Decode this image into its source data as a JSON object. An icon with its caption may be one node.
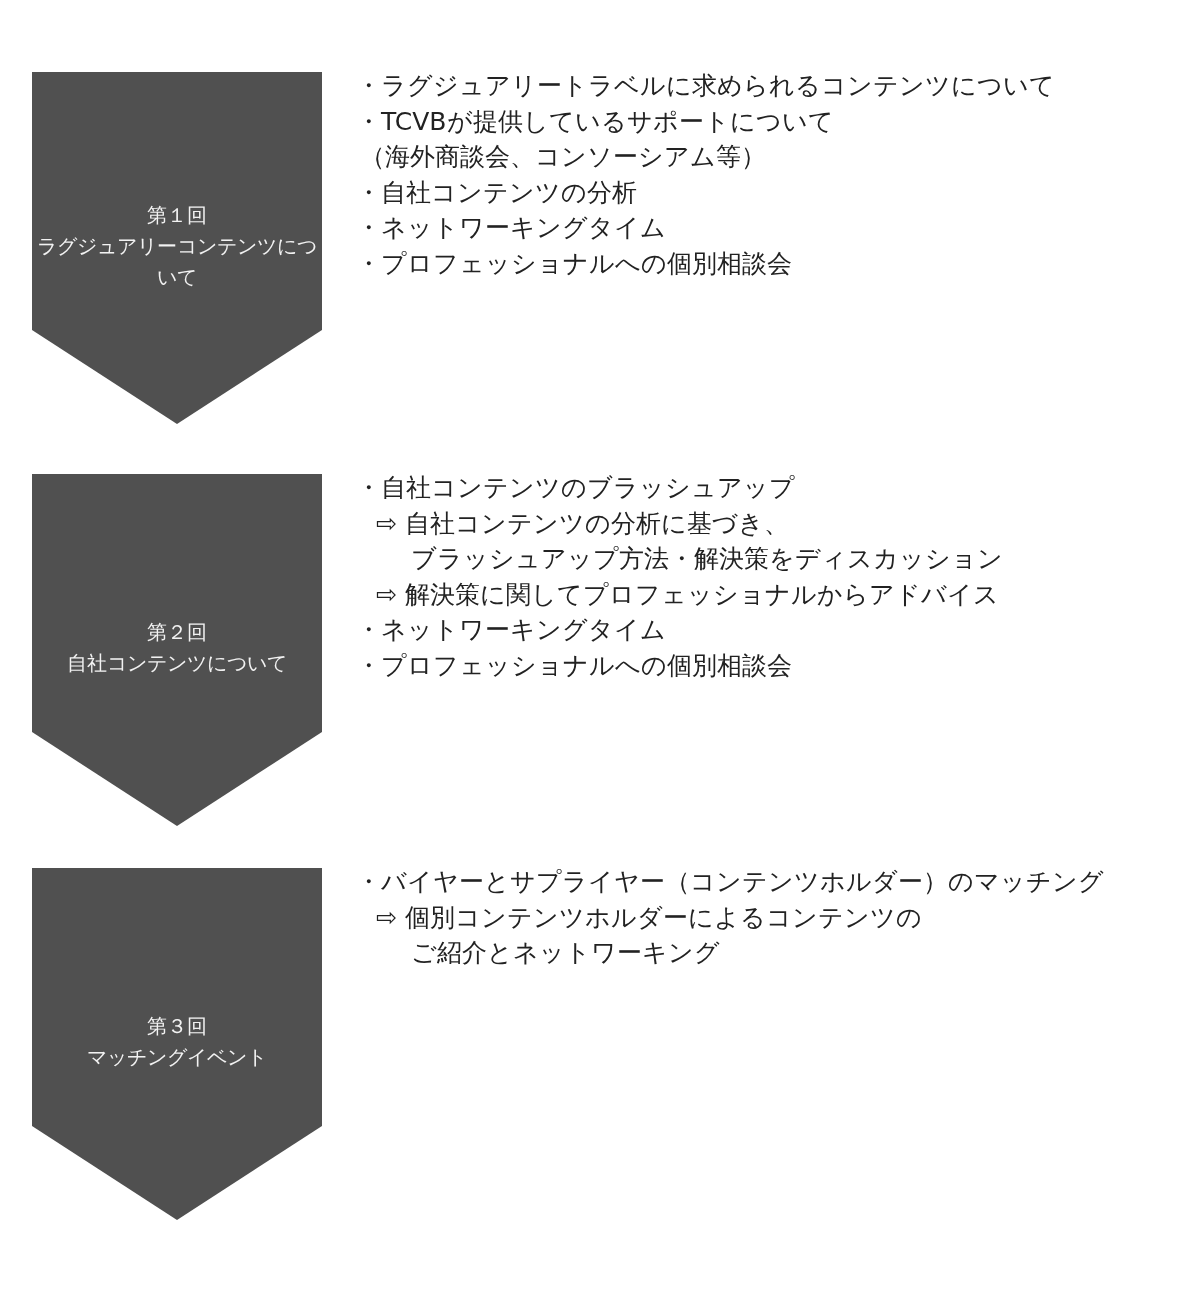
{
  "diagram": {
    "nodes": [
      {
        "text": [
          "第１回",
          "ラグジュアリーコンテンツについて"
        ],
        "beside": [
          "・ラグジュアリートラベルに求められるコンテンツについて",
          "・TCVBが提供しているサポートについて",
          "（海外商談会、コンソーシアム等）",
          "・自社コンテンツの分析",
          "・ネットワーキングタイム",
          "・プロフェッショナルへの個別相談会"
        ]
      },
      {
        "text": [
          "第２回",
          "自社コンテンツについて"
        ],
        "beside": [
          "・自社コンテンツのブラッシュアップ",
          "⇨ 自社コンテンツの分析に基づき、",
          "ブラッシュアップ方法・解決策をディスカッション",
          "⇨ 解決策に関してプロフェッショナルからアドバイス",
          "・ネットワーキングタイム",
          "・プロフェッショナルへの個別相談会"
        ]
      },
      {
        "text": [
          "第３回",
          "マッチングイベント"
        ],
        "beside": [
          "・バイヤーとサプライヤー（コンテンツホルダー）のマッチング",
          "⇨ 個別コンテンツホルダーによるコンテンツの",
          "ご紹介とネットワーキング"
        ]
      }
    ]
  }
}
